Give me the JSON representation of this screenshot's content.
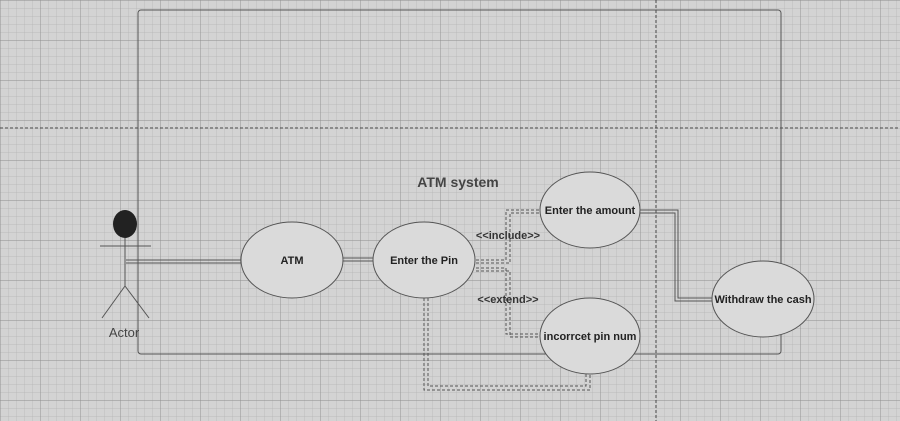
{
  "system": {
    "title": "ATM system"
  },
  "actor": {
    "label": "Actor"
  },
  "use_cases": {
    "atm": "ATM",
    "enter_pin": "Enter the Pin",
    "enter_amount": "Enter the amount",
    "incorrect_pin": "incorrcet pin num",
    "withdraw": "Withdraw the cash"
  },
  "relations": {
    "include": "<<include>>",
    "extend": "<<extend>>"
  },
  "colors": {
    "canvas_background": "#d3d3d3",
    "grid_minor": "#b4b4b4",
    "grid_major": "#8e8e8e",
    "shape_stroke": "#555555",
    "actor_head": "#222222"
  }
}
